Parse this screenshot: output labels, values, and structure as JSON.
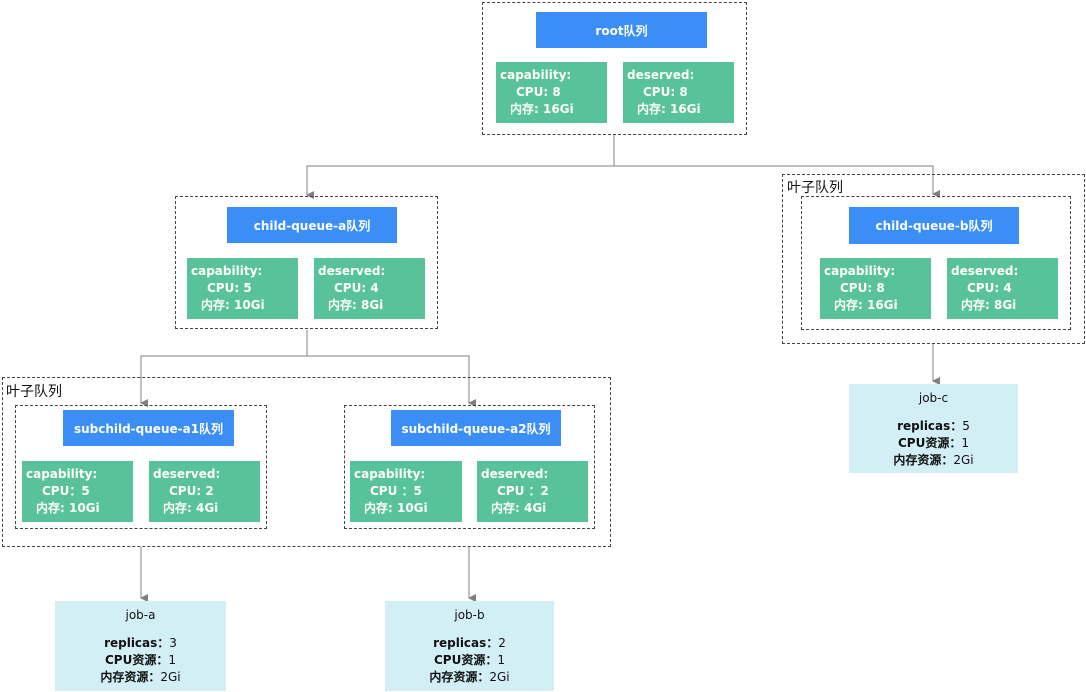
{
  "root": {
    "title": "root队列",
    "capability": {
      "label": "capability:",
      "cpu": "CPU: 8",
      "mem": "内存: 16Gi"
    },
    "deserved": {
      "label": "deserved:",
      "cpu": "CPU: 8",
      "mem": "内存: 16Gi"
    }
  },
  "child_a": {
    "title": "child-queue-a队列",
    "capability": {
      "label": "capability:",
      "cpu": "CPU: 5",
      "mem": "内存: 10Gi"
    },
    "deserved": {
      "label": "deserved:",
      "cpu": "CPU: 4",
      "mem": "内存: 8Gi"
    }
  },
  "child_b": {
    "group_label": "叶子队列",
    "title": "child-queue-b队列",
    "capability": {
      "label": "capability:",
      "cpu": "CPU: 8",
      "mem": "内存: 16Gi"
    },
    "deserved": {
      "label": "deserved:",
      "cpu": "CPU: 4",
      "mem": "内存: 8Gi"
    }
  },
  "leaf_group_a": {
    "group_label": "叶子队列"
  },
  "subchild_a1": {
    "title": "subchild-queue-a1队列",
    "capability": {
      "label": "capability:",
      "cpu": "CPU：5",
      "mem": "内存: 10Gi"
    },
    "deserved": {
      "label": "deserved:",
      "cpu": "CPU: 2",
      "mem": "内存: 4Gi"
    }
  },
  "subchild_a2": {
    "title": "subchild-queue-a2队列",
    "capability": {
      "label": "capability:",
      "cpu": "CPU ：5",
      "mem": "内存: 10Gi"
    },
    "deserved": {
      "label": "deserved:",
      "cpu": "CPU ：2",
      "mem": "内存: 4Gi"
    }
  },
  "job_a": {
    "name": "job-a",
    "replicas_k": "replicas：",
    "replicas_v": "3",
    "cpu_k": "CPU资源：",
    "cpu_v": "1",
    "mem_k": "内存资源：",
    "mem_v": "2Gi"
  },
  "job_b": {
    "name": "job-b",
    "replicas_k": "replicas：",
    "replicas_v": "2",
    "cpu_k": "CPU资源：",
    "cpu_v": "1",
    "mem_k": "内存资源：",
    "mem_v": "2Gi"
  },
  "job_c": {
    "name": "job-c",
    "replicas_k": "replicas：",
    "replicas_v": "5",
    "cpu_k": "CPU资源：",
    "cpu_v": "1",
    "mem_k": "内存资源：",
    "mem_v": "2Gi"
  },
  "colors": {
    "title_bg": "#3a8ef6",
    "resource_bg": "#58c39b",
    "job_bg": "#d3eff6",
    "connector": "#808080"
  }
}
